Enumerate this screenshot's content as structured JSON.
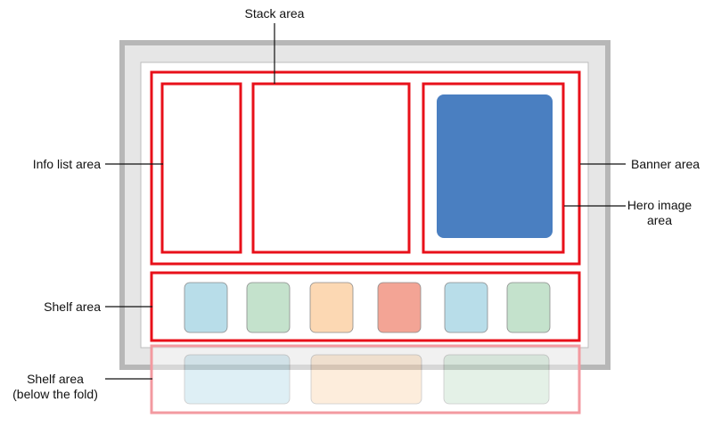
{
  "labels": {
    "stack": "Stack area",
    "info_list": "Info list area",
    "banner": "Banner area",
    "hero_image_line1": "Hero image",
    "hero_image_line2": "area",
    "shelf": "Shelf area",
    "shelf_below_line1": "Shelf area",
    "shelf_below_line2": "(below the fold)"
  },
  "colors": {
    "outer_frame": "#b7b7b7",
    "screen_bg": "#e6e6e6",
    "content_bg": "#ffffff",
    "highlight_red": "#e8101a",
    "below_fold_red": "#f39aa0",
    "hero_image": "#4a7fc1",
    "tile_light_blue": "#b8dde9",
    "tile_light_green": "#c4e2cc",
    "tile_peach": "#fcd8b3",
    "tile_salmon": "#f3a495"
  },
  "shelf_tiles": [
    "tile_light_blue",
    "tile_light_green",
    "tile_peach",
    "tile_salmon",
    "tile_light_blue",
    "tile_light_green"
  ],
  "below_fold_tiles": [
    "tile_light_blue",
    "tile_peach",
    "tile_light_green"
  ]
}
